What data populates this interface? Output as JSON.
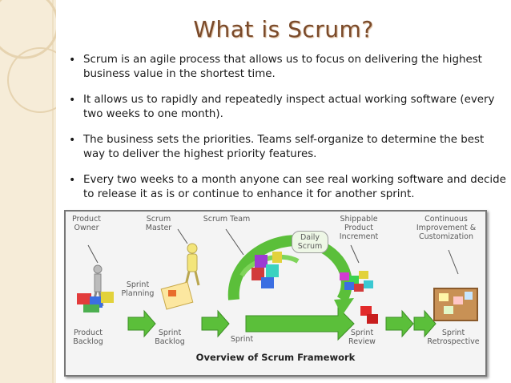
{
  "slide": {
    "title": "What is Scrum?",
    "bullets": [
      "Scrum is an agile process that allows us to focus on delivering the highest business value in the shortest time.",
      "It allows us to rapidly and repeatedly inspect actual working software (every two weeks to one month).",
      "The business sets the priorities. Teams self-organize to determine the best way to deliver the highest priority features.",
      "Every two weeks to a month anyone can see real working software and decide to release it as is or continue to enhance it for another sprint."
    ],
    "bullet_glyph": "•"
  },
  "diagram": {
    "title": "Overview of Scrum Framework",
    "labels": {
      "product_owner": "Product\nOwner",
      "scrum_master": "Scrum\nMaster",
      "scrum_team": "Scrum Team",
      "daily_scrum": "Daily\nScrum",
      "shippable_increment": "Shippable\nProduct\nIncrement",
      "continuous_improvement": "Continuous\nImprovement &\nCustomization",
      "sprint_planning": "Sprint\nPlanning",
      "product_backlog": "Product\nBacklog",
      "sprint_backlog": "Sprint\nBacklog",
      "sprint": "Sprint",
      "sprint_review": "Sprint\nReview",
      "sprint_retrospective": "Sprint\nRetrospective"
    },
    "colors": {
      "arrow_green": "#5bbf3a",
      "title_brown": "#7a4a2a"
    }
  }
}
